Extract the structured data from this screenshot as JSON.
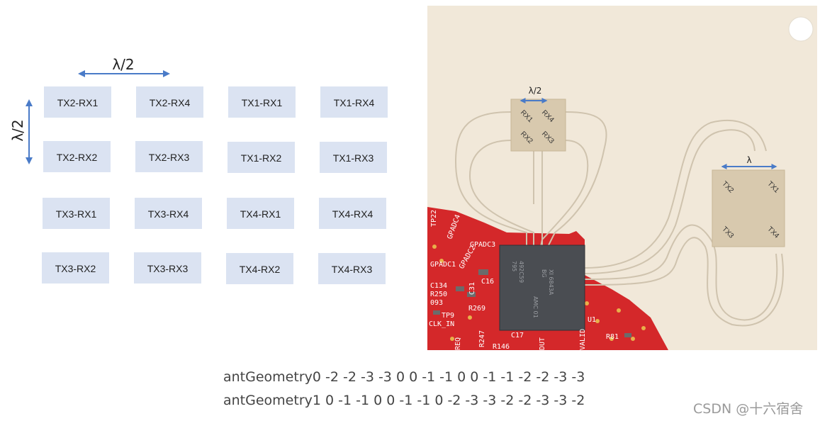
{
  "diagram": {
    "lambda_half": "λ/2",
    "lambda": "λ",
    "grid": [
      [
        "TX2-RX1",
        "TX2-RX4",
        "TX1-RX1",
        "TX1-RX4"
      ],
      [
        "TX2-RX2",
        "TX2-RX3",
        "TX1-RX2",
        "TX1-RX3"
      ],
      [
        "TX3-RX1",
        "TX3-RX4",
        "TX4-RX1",
        "TX4-RX4"
      ],
      [
        "TX3-RX2",
        "TX3-RX3",
        "TX4-RX2",
        "TX4-RX3"
      ]
    ],
    "rx_labels": [
      "RX1",
      "RX4",
      "RX2",
      "RX3"
    ],
    "tx_labels": [
      "TX2",
      "TX1",
      "TX3",
      "TX4"
    ],
    "chip_text": [
      "492C59",
      "795",
      "XI 6843A",
      "BG",
      "AMC 01"
    ],
    "board_labels": [
      "TP22",
      "GPADC4",
      "GPADC3",
      "GPADC2",
      "GPADC1",
      "C134",
      "R250",
      "093",
      "TP9",
      "CLK_IN",
      "C16",
      "C31",
      "R269",
      "R247",
      "C17",
      "U1",
      "R81",
      "DUT",
      "VALID",
      "REQ",
      "R146"
    ]
  },
  "captions": {
    "geometry0": "antGeometry0 -2 -2 -3 -3 0 0 -1 -1 0 0 -1 -1 -2 -2 -3 -3",
    "geometry1": "antGeometry1 0 -1 -1 0 0 -1 -1 0 -2 -3 -3 -2 -2 -3 -3 -2"
  },
  "watermark": "CSDN @十六宿舍",
  "colors": {
    "cell_fill": "#dbe3f2",
    "arrow": "#4a7bc8",
    "board_bg": "#f1e8d9",
    "pcb_red": "#d4282a",
    "chip": "#4a4d52",
    "trace": "#cfc3ae"
  }
}
